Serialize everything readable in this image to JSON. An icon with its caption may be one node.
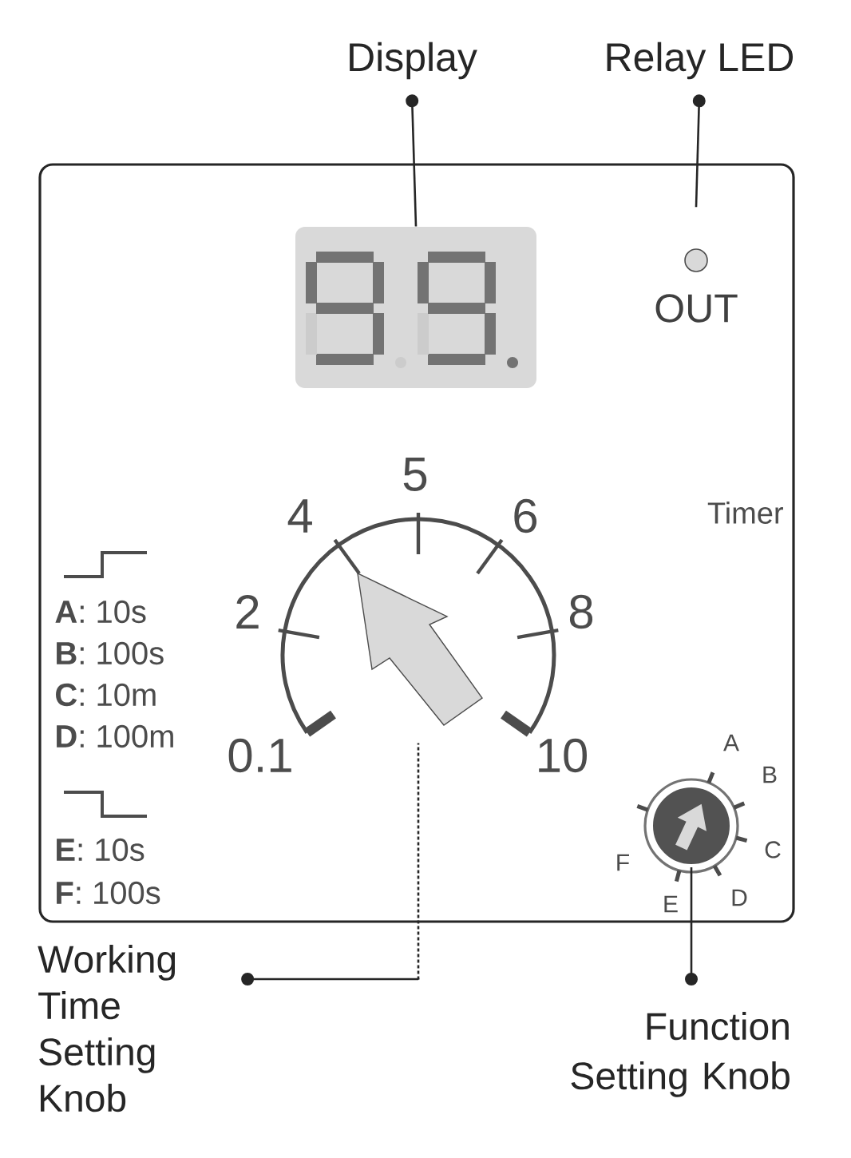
{
  "diagram": {
    "nodes": [
      {
        "text": [
          "Display"
        ]
      },
      {
        "text": [
          "Relay LED"
        ]
      },
      {
        "text": [],
        "shape": "box"
      },
      {
        "text": [],
        "shape": "box",
        "in": 2
      },
      {
        "text": [],
        "shape": "circle",
        "in": 2,
        "beside": [
          "OUT"
        ]
      },
      {
        "text": [],
        "shape": "circle",
        "in": 2
      },
      {
        "text": [],
        "shape": "circle",
        "in": 2
      },
      {
        "text": [
          "Working Time Setting Knob"
        ]
      },
      {
        "text": [
          "Function Setting Knob"
        ]
      }
    ],
    "edges": [
      {
        "from": 0,
        "to": 3,
        "arrow": "other"
      },
      {
        "from": 1,
        "to": 4,
        "arrow": "other"
      },
      {
        "from": 7,
        "to": 5,
        "arrow": "other",
        "style": "dashed"
      },
      {
        "from": 8,
        "to": 6,
        "arrow": "other"
      }
    ],
    "labels": [
      "5",
      "Timer",
      "4",
      "6",
      "2",
      "8",
      "**A**: 10s",
      "**B**: 100s",
      "**C**: 10m",
      "**D**: 100m",
      "0.1",
      "10",
      "A",
      "B",
      "**E**: 10s",
      "C",
      "F",
      "**F**: 100s",
      "E",
      "D"
    ]
  }
}
